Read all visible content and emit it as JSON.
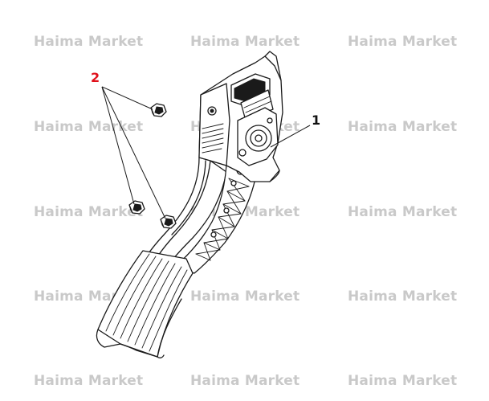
{
  "watermark": {
    "text": "Haima Market",
    "color": "#c9c9c9"
  },
  "callouts": [
    {
      "id": "1",
      "label": "1",
      "color": "#111111",
      "part": "accelerator-pedal-assembly"
    },
    {
      "id": "2",
      "label": "2",
      "color": "#e0101a",
      "part": "mounting-nut"
    }
  ]
}
